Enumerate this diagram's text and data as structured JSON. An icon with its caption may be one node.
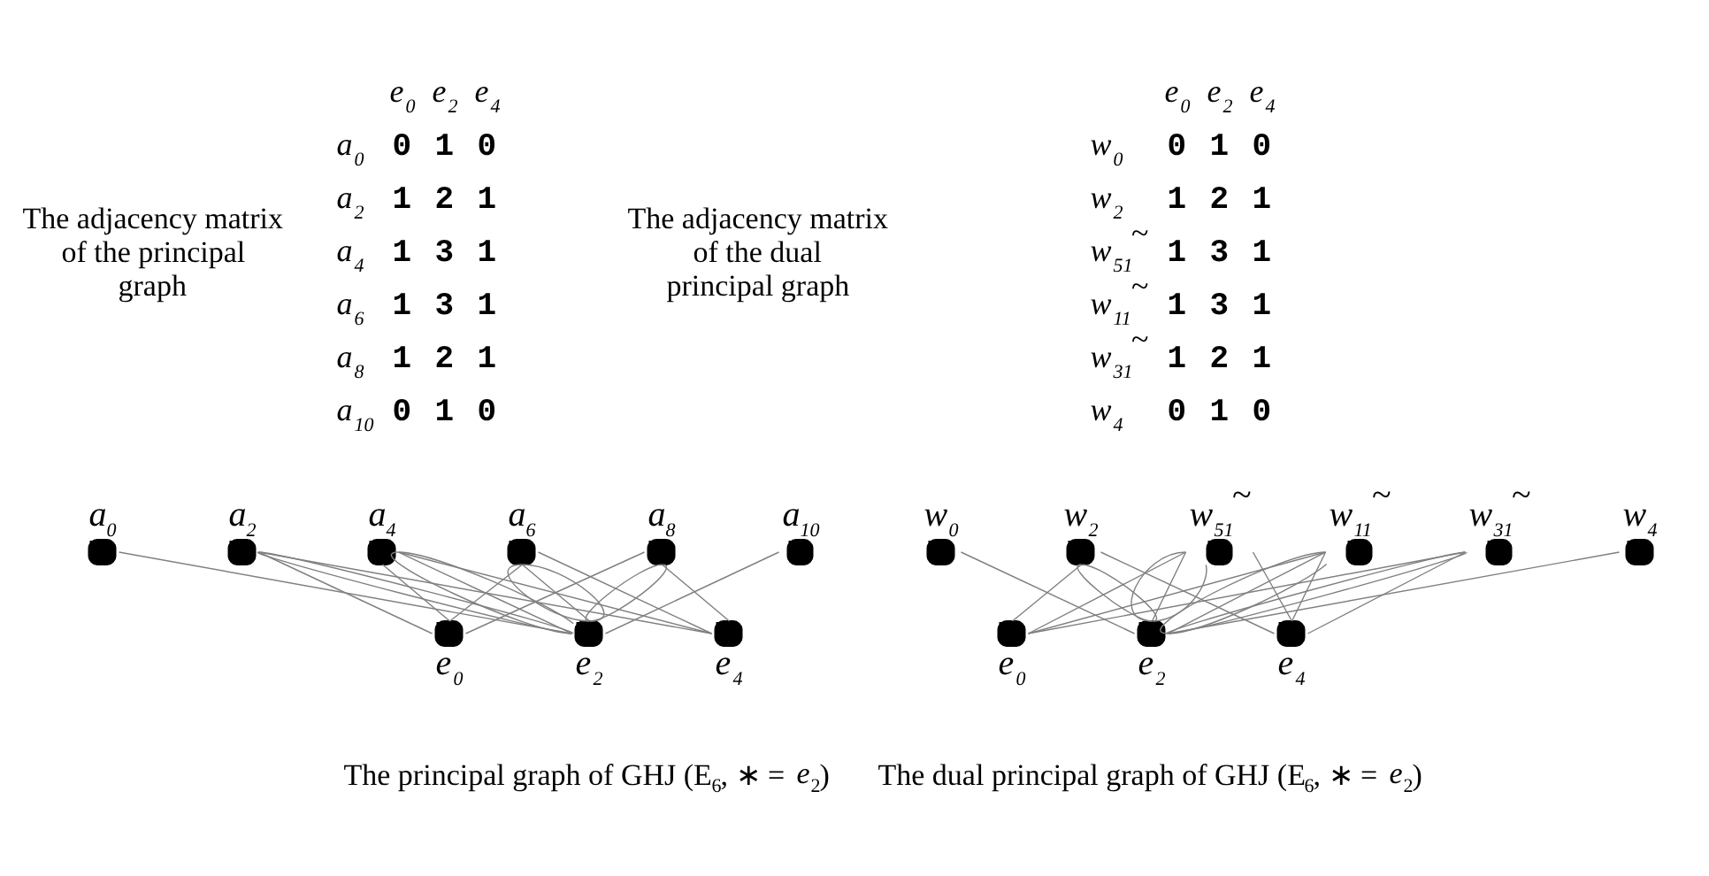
{
  "diagram": {
    "nodes": [
      {
        "text": [
          "a$_{0}$"
        ]
      },
      {
        "text": [
          "a$_{2}$"
        ]
      },
      {
        "text": [
          "a$_{4}$"
        ]
      },
      {
        "text": [
          "a$_{6}$"
        ]
      },
      {
        "text": [
          "a$_{8}$"
        ]
      },
      {
        "text": [
          "a$_{10}$"
        ]
      },
      {
        "text": [
          "e$_{0}$"
        ]
      },
      {
        "text": [
          "e$_{2}$"
        ]
      },
      {
        "text": [
          "e$_{4}$"
        ]
      },
      {
        "text": [
          "w$_{0}$"
        ]
      },
      {
        "text": [
          "w$_{2}$"
        ]
      },
      {
        "text": [
          "w$_{51}$$^{~}$"
        ]
      },
      {
        "text": [
          "w$_{11}$$^{~}$"
        ]
      },
      {
        "text": [
          "w$_{31}$$^{~}$"
        ]
      },
      {
        "text": [
          "w$_{4}$"
        ]
      },
      {
        "text": [
          "e$_{0}$"
        ]
      },
      {
        "text": [
          "e$_{2}$"
        ]
      },
      {
        "text": [
          "e$_{4}$"
        ]
      }
    ],
    "edges": [
      {
        "from": 0,
        "to": 7,
        "arrow": "none"
      },
      {
        "from": 1,
        "to": 6,
        "arrow": "none"
      },
      {
        "from": 1,
        "to": 7,
        "arrow": "none"
      },
      {
        "from": 1,
        "to": 7,
        "arrow": "none"
      },
      {
        "from": 1,
        "to": 8,
        "arrow": "none"
      },
      {
        "from": 2,
        "to": 6,
        "arrow": "none"
      },
      {
        "from": 2,
        "to": 7,
        "arrow": "none"
      },
      {
        "from": 2,
        "to": 7,
        "arrow": "none"
      },
      {
        "from": 2,
        "to": 7,
        "arrow": "none"
      },
      {
        "from": 2,
        "to": 8,
        "arrow": "none"
      },
      {
        "from": 3,
        "to": 6,
        "arrow": "none"
      },
      {
        "from": 3,
        "to": 7,
        "arrow": "none"
      },
      {
        "from": 3,
        "to": 7,
        "arrow": "none"
      },
      {
        "from": 3,
        "to": 7,
        "arrow": "none"
      },
      {
        "from": 3,
        "to": 8,
        "arrow": "none"
      },
      {
        "from": 4,
        "to": 6,
        "arrow": "none"
      },
      {
        "from": 4,
        "to": 7,
        "arrow": "none"
      },
      {
        "from": 4,
        "to": 7,
        "arrow": "none"
      },
      {
        "from": 4,
        "to": 8,
        "arrow": "none"
      },
      {
        "from": 5,
        "to": 7,
        "arrow": "none"
      },
      {
        "from": 9,
        "to": 16,
        "arrow": "none"
      },
      {
        "from": 10,
        "to": 15,
        "arrow": "none"
      },
      {
        "from": 10,
        "to": 16,
        "arrow": "none"
      },
      {
        "from": 10,
        "to": 16,
        "arrow": "none"
      },
      {
        "from": 10,
        "to": 17,
        "arrow": "none"
      },
      {
        "from": 11,
        "to": 15,
        "arrow": "none"
      },
      {
        "from": 11,
        "to": 16,
        "arrow": "none"
      },
      {
        "from": 11,
        "to": 16,
        "arrow": "none"
      },
      {
        "from": 11,
        "to": 16,
        "arrow": "none"
      },
      {
        "from": 11,
        "to": 17,
        "arrow": "none"
      },
      {
        "from": 12,
        "to": 15,
        "arrow": "none"
      },
      {
        "from": 12,
        "to": 16,
        "arrow": "none"
      },
      {
        "from": 12,
        "to": 16,
        "arrow": "none"
      },
      {
        "from": 12,
        "to": 16,
        "arrow": "none"
      },
      {
        "from": 12,
        "to": 17,
        "arrow": "none"
      },
      {
        "from": 13,
        "to": 15,
        "arrow": "none"
      },
      {
        "from": 13,
        "to": 16,
        "arrow": "none"
      },
      {
        "from": 13,
        "to": 16,
        "arrow": "none"
      },
      {
        "from": 13,
        "to": 17,
        "arrow": "none"
      },
      {
        "from": 14,
        "to": 16,
        "arrow": "none"
      }
    ],
    "labels": [
      "The adjacency matrix of the principal graph",
      "e$_{0}$",
      "e$_{2}$",
      "e$_{4}$",
      "a$_{0}$",
      "0",
      "1",
      "0",
      "a$_{2}$",
      "1",
      "2",
      "1",
      "a$_{4}$",
      "1",
      "3",
      "1",
      "a$_{6}$",
      "1",
      "3",
      "1",
      "a$_{8}$",
      "1",
      "2",
      "1",
      "a$_{10}$",
      "0",
      "1",
      "0",
      "The adjacency matrix of the dual principal graph",
      "e$_{0}$",
      "e$_{2}$",
      "e$_{4}$",
      "w$_{0}$",
      "0",
      "1",
      "0",
      "w$_{2}$",
      "1",
      "2",
      "1",
      "w$_{51}$$^{~}$",
      "1",
      "3",
      "1",
      "w$_{11}$$^{~}$",
      "1",
      "3",
      "1",
      "w$_{31}$$^{~}$",
      "1",
      "2",
      "1",
      "w$_{4}$",
      "0",
      "1",
      "0",
      "The principal graph of GHJ (E$_{6}$, ∗ = *e*$_{2}$)",
      "The dual principal graph of GHJ (E$_{6}$, ∗ = *e*$_{2}$)"
    ]
  }
}
